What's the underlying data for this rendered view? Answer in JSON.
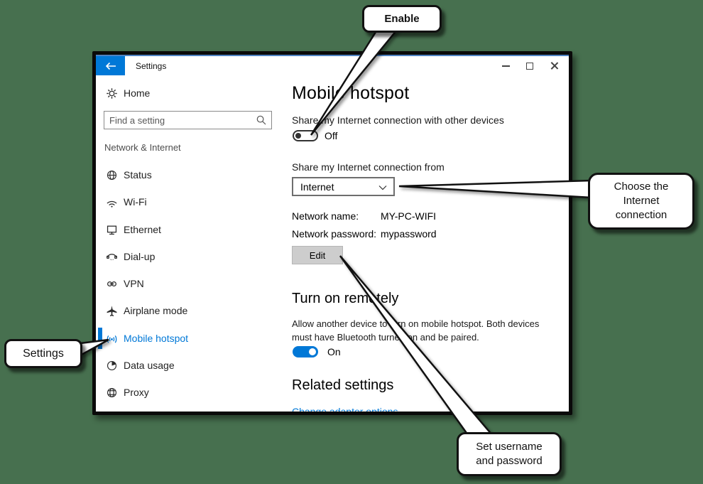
{
  "colors": {
    "accent": "#0078d7",
    "background": "#47704f",
    "callout_border": "#111111"
  },
  "titlebar": {
    "title": "Settings"
  },
  "sidebar": {
    "home_label": "Home",
    "search_placeholder": "Find a setting",
    "section_header": "Network & Internet",
    "items": [
      {
        "label": "Status",
        "icon": "globe-network"
      },
      {
        "label": "Wi-Fi",
        "icon": "wifi"
      },
      {
        "label": "Ethernet",
        "icon": "monitor"
      },
      {
        "label": "Dial-up",
        "icon": "phone"
      },
      {
        "label": "VPN",
        "icon": "link-rings"
      },
      {
        "label": "Airplane mode",
        "icon": "airplane"
      },
      {
        "label": "Mobile hotspot",
        "icon": "hotspot-waves",
        "selected": true
      },
      {
        "label": "Data usage",
        "icon": "pie-chart"
      },
      {
        "label": "Proxy",
        "icon": "globe"
      }
    ]
  },
  "main": {
    "page_title": "Mobile hotspot",
    "share_label": "Share my Internet connection with other devices",
    "share_state": "Off",
    "share_from_label": "Share my Internet connection from",
    "share_from_value": "Internet",
    "network_name_label": "Network name:",
    "network_name_value": "MY-PC-WIFI",
    "network_password_label": "Network password:",
    "network_password_value": "mypassword",
    "edit_button": "Edit",
    "remote_title": "Turn on remotely",
    "remote_description": "Allow another device to turn on mobile hotspot. Both devices must have Bluetooth turned on and be paired.",
    "remote_state": "On",
    "related_title": "Related settings",
    "related_link": "Change adapter options"
  },
  "callouts": {
    "enable": "Enable",
    "choose_internet": "Choose the Internet connection",
    "settings": "Settings",
    "set_username": "Set username and password"
  }
}
